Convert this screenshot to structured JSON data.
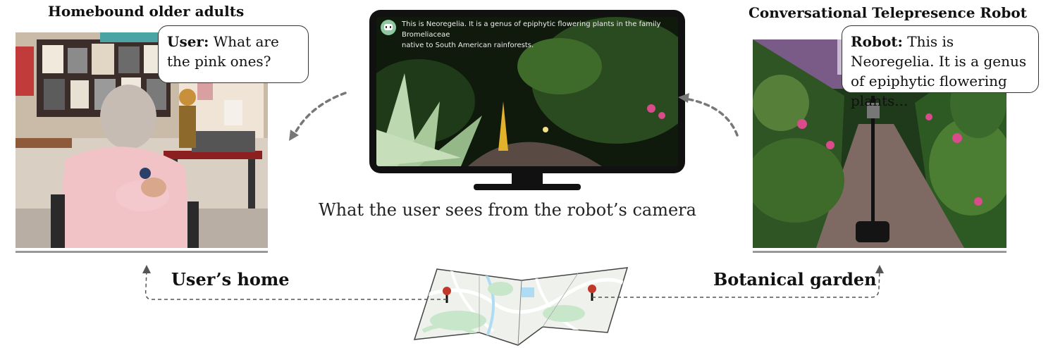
{
  "left_panel": {
    "title": "Homebound older adults",
    "bubble_speaker": "User:",
    "bubble_text": "What are the pink ones?",
    "location_label": "User’s home"
  },
  "center_panel": {
    "subtitle_line1": "This is Neoregelia. It is a genus of epiphytic flowering plants in the family Bromeliaceae",
    "subtitle_line2": "native to South American rainforests.",
    "caption": "What the user sees from the robot’s camera"
  },
  "right_panel": {
    "title": "Conversational Telepresence Robot",
    "bubble_speaker": "Robot:",
    "bubble_text": "This is Neoregelia. It is a genus of epiphytic flowering plants...",
    "location_label": "Botanical garden"
  },
  "colors": {
    "arrow": "#777777",
    "map_pin": "#c0392b",
    "map_base": "#eef1ec",
    "map_park": "#c8e6c9",
    "water": "#aedcf2",
    "foliage_dark": "#1f3a1a",
    "foliage_mid": "#3e6b2a",
    "blossom": "#d94b8a"
  },
  "icons": [
    "robot-avatar-icon",
    "map-pin-icon",
    "arrow-icon"
  ]
}
